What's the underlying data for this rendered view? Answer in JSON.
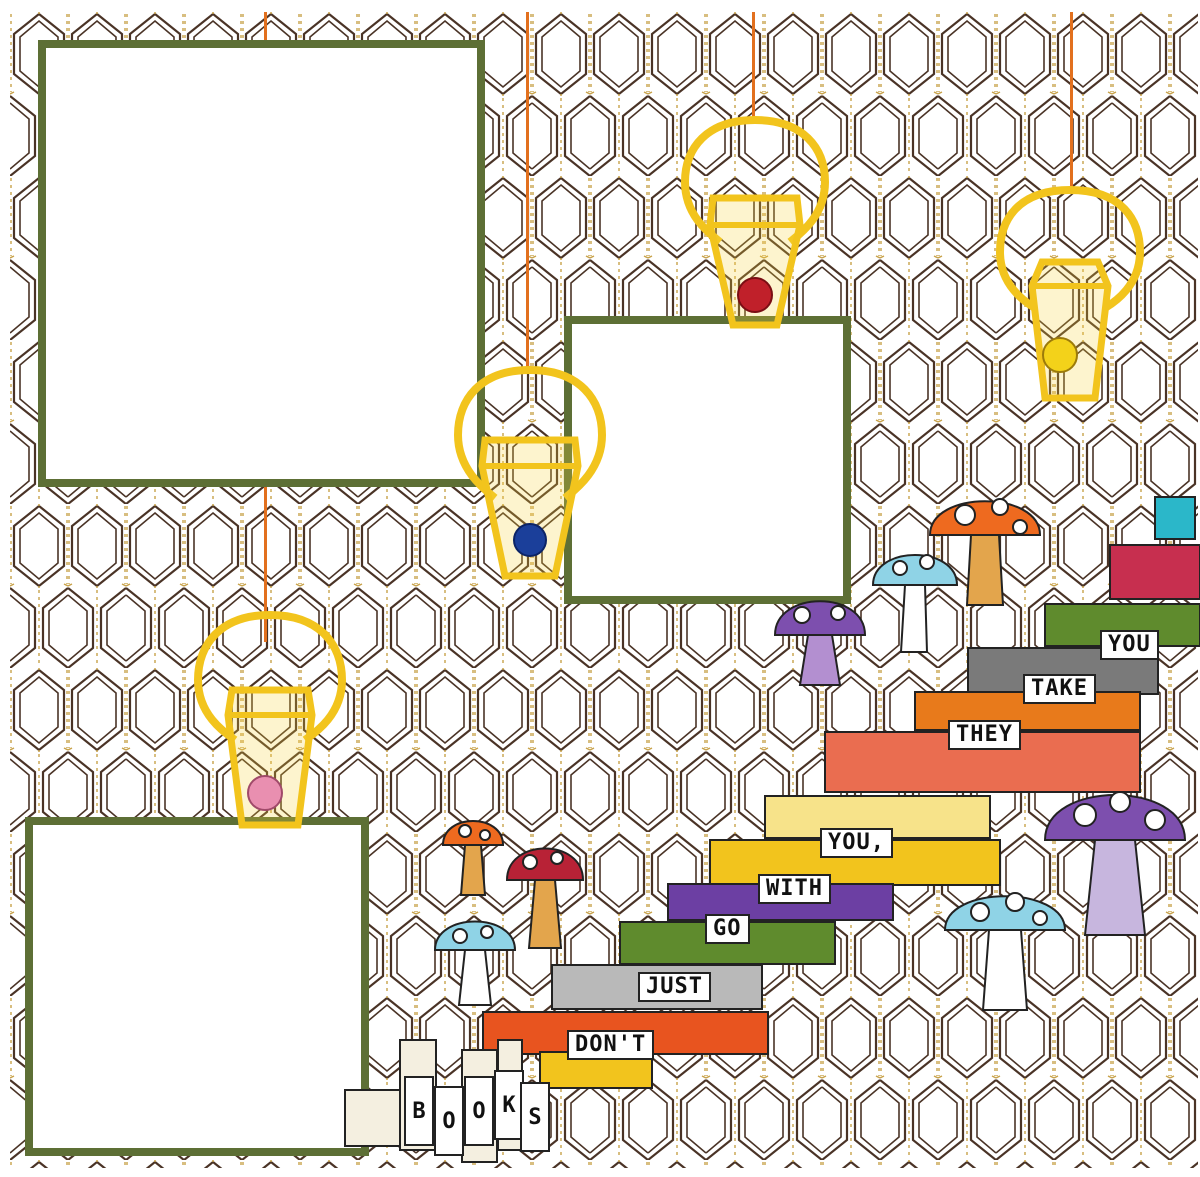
{
  "page": {
    "title_words": [
      "YOU",
      "TAKE",
      "THEY",
      "YOU,",
      "WITH",
      "GO",
      "JUST",
      "DON'T"
    ],
    "books_letters": [
      "B",
      "O",
      "O",
      "K",
      "S"
    ]
  },
  "colors": {
    "frame_green": "#5d6f35",
    "pattern_brown": "#4a3326",
    "pattern_gold": "#c8a24a",
    "string_orange": "#e2701e",
    "bucket_yellow": "#f2c41d",
    "button_red": "#c0202a",
    "button_blue": "#1b3f9a",
    "button_yellow": "#f3d21a",
    "button_pink": "#e98fb0"
  },
  "icons": {
    "bucket": "hanging-bucket-icon",
    "mushroom": "mushroom-icon",
    "book": "book-icon",
    "button": "sewing-button-icon"
  }
}
